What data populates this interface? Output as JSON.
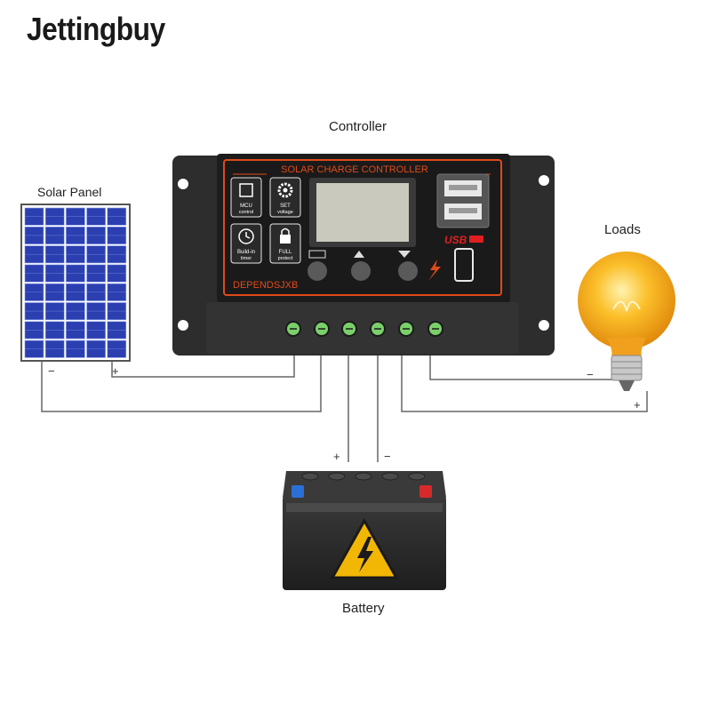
{
  "brand": "Jettingbuy",
  "labels": {
    "controller": "Controller",
    "solar_panel": "Solar Panel",
    "loads": "Loads",
    "battery": "Battery"
  },
  "controller": {
    "title": "SOLAR CHARGE CONTROLLER",
    "model": "DEPENDSJXB",
    "usb_label": "USB",
    "features": [
      {
        "icon": "chip-icon",
        "line1": "MCU",
        "line2": "control"
      },
      {
        "icon": "gear-icon",
        "line1": "SET",
        "line2": "voltage"
      },
      {
        "icon": "clock-icon",
        "line1": "Build-in",
        "line2": "timer"
      },
      {
        "icon": "lock-icon",
        "line1": "FULL",
        "line2": "protect"
      }
    ]
  },
  "polarity": {
    "panel_minus": "−",
    "panel_plus": "+",
    "battery_plus": "+",
    "battery_minus": "−",
    "load_minus": "−",
    "load_plus": "+"
  },
  "colors": {
    "controller_body": "#2a2a2a",
    "panel_accent": "#e04a1a",
    "solar_cell": "#2b3fb0",
    "bulb": "#f5a623",
    "warning": "#f2b705"
  }
}
